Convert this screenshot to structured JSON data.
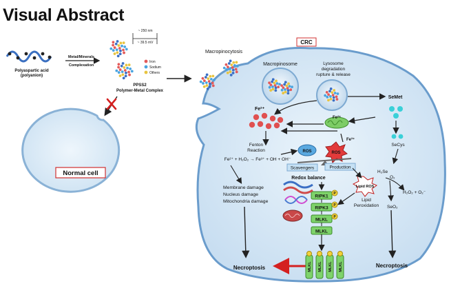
{
  "title": "Visual Abstract",
  "polymer": {
    "name_line1": "Polyaspartic acid",
    "name_line2": "(polyanion)",
    "step_label_line1": "Metal/Minerals",
    "step_label_line2": "Complexation",
    "size_line1": "~ 250 nm",
    "size_line2": "~ 39.5 mV",
    "legend": [
      "Iron",
      "Sodium",
      "Others"
    ],
    "complex_line1": "PPSS2",
    "complex_line2": "Polymer-Metal Complex"
  },
  "normal_cell": {
    "label": "Normal cell"
  },
  "crc": {
    "label": "CRC",
    "macropinocytosis": "Macropinocytosis",
    "macropinosome": "Macropinosome",
    "lysosome_line1": "Lysosome",
    "lysosome_line2": "degradation",
    "lysosome_line3": "rupture & release",
    "semet": "SeMet",
    "secys": "SeCys",
    "fe2": "Fe²⁺",
    "fe3": "Fe³⁺",
    "fenton_line1": "Fenton",
    "fenton_line2": "Reaction",
    "fenton_eq": "Fe²⁺ + H₂O₂ → Fe³⁺ + OH + OH⁻",
    "ros": "ROS",
    "scavengers": "Scavengers",
    "production": "Production",
    "redox": "Redox balance",
    "lipid_ros": "Lipid ROS",
    "lipid_perox_line1": "Lipid",
    "lipid_perox_line2": "Peroxidation",
    "damage": [
      "Membrane damage",
      "Nucleus damage",
      "Mitochondria damage"
    ],
    "proteins": [
      "RIPK1",
      "RIPK3",
      "MLKL",
      "MLKL"
    ],
    "phospho": "P",
    "h2se": "H₂Se",
    "o2": "O₂",
    "h2o2": "H₂O₂ + O₂⁻",
    "seo2": "SeO₂",
    "necroptosis": "Necroptosis",
    "mlkl_short": "MLKL"
  },
  "colors": {
    "cell_fill": "#dcecf8",
    "cell_stroke": "#6a9ccc",
    "necroptosis": "#d42020",
    "iron": "#e05050",
    "semet": "#3ad0d8",
    "protein_fill": "#7ed36a"
  }
}
